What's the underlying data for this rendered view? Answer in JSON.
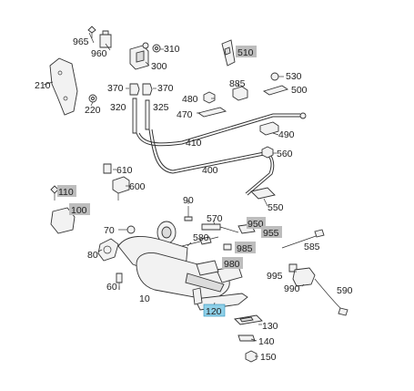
{
  "diagram": {
    "callouts": [
      {
        "id": "965",
        "text": "965"
      },
      {
        "id": "960",
        "text": "960"
      },
      {
        "id": "310",
        "text": "310"
      },
      {
        "id": "300",
        "text": "300"
      },
      {
        "id": "210",
        "text": "210"
      },
      {
        "id": "220",
        "text": "220"
      },
      {
        "id": "370a",
        "text": "370"
      },
      {
        "id": "370b",
        "text": "370"
      },
      {
        "id": "320",
        "text": "320"
      },
      {
        "id": "325",
        "text": "325"
      },
      {
        "id": "510",
        "text": "510",
        "highlight": "gray"
      },
      {
        "id": "530",
        "text": "530"
      },
      {
        "id": "885",
        "text": "885"
      },
      {
        "id": "500",
        "text": "500"
      },
      {
        "id": "480",
        "text": "480"
      },
      {
        "id": "470",
        "text": "470"
      },
      {
        "id": "410",
        "text": "410"
      },
      {
        "id": "490",
        "text": "490"
      },
      {
        "id": "560",
        "text": "560"
      },
      {
        "id": "400",
        "text": "400"
      },
      {
        "id": "610",
        "text": "610"
      },
      {
        "id": "600",
        "text": "600"
      },
      {
        "id": "110",
        "text": "110",
        "highlight": "gray"
      },
      {
        "id": "100",
        "text": "100",
        "highlight": "gray"
      },
      {
        "id": "550",
        "text": "550"
      },
      {
        "id": "90",
        "text": "90"
      },
      {
        "id": "570",
        "text": "570"
      },
      {
        "id": "950",
        "text": "950",
        "highlight": "gray"
      },
      {
        "id": "955",
        "text": "955",
        "highlight": "gray"
      },
      {
        "id": "70",
        "text": "70"
      },
      {
        "id": "580",
        "text": "580"
      },
      {
        "id": "985",
        "text": "985",
        "highlight": "gray"
      },
      {
        "id": "585",
        "text": "585"
      },
      {
        "id": "80",
        "text": "80"
      },
      {
        "id": "980",
        "text": "980",
        "highlight": "gray"
      },
      {
        "id": "995",
        "text": "995"
      },
      {
        "id": "990",
        "text": "990"
      },
      {
        "id": "590",
        "text": "590"
      },
      {
        "id": "60",
        "text": "60"
      },
      {
        "id": "10",
        "text": "10"
      },
      {
        "id": "120",
        "text": "120",
        "highlight": "blue"
      },
      {
        "id": "130",
        "text": "130"
      },
      {
        "id": "140",
        "text": "140"
      },
      {
        "id": "150",
        "text": "150"
      }
    ],
    "colors": {
      "highlight_gray": "#bdbdbd",
      "highlight_blue": "#8fd0e8",
      "line": "#333333"
    }
  }
}
